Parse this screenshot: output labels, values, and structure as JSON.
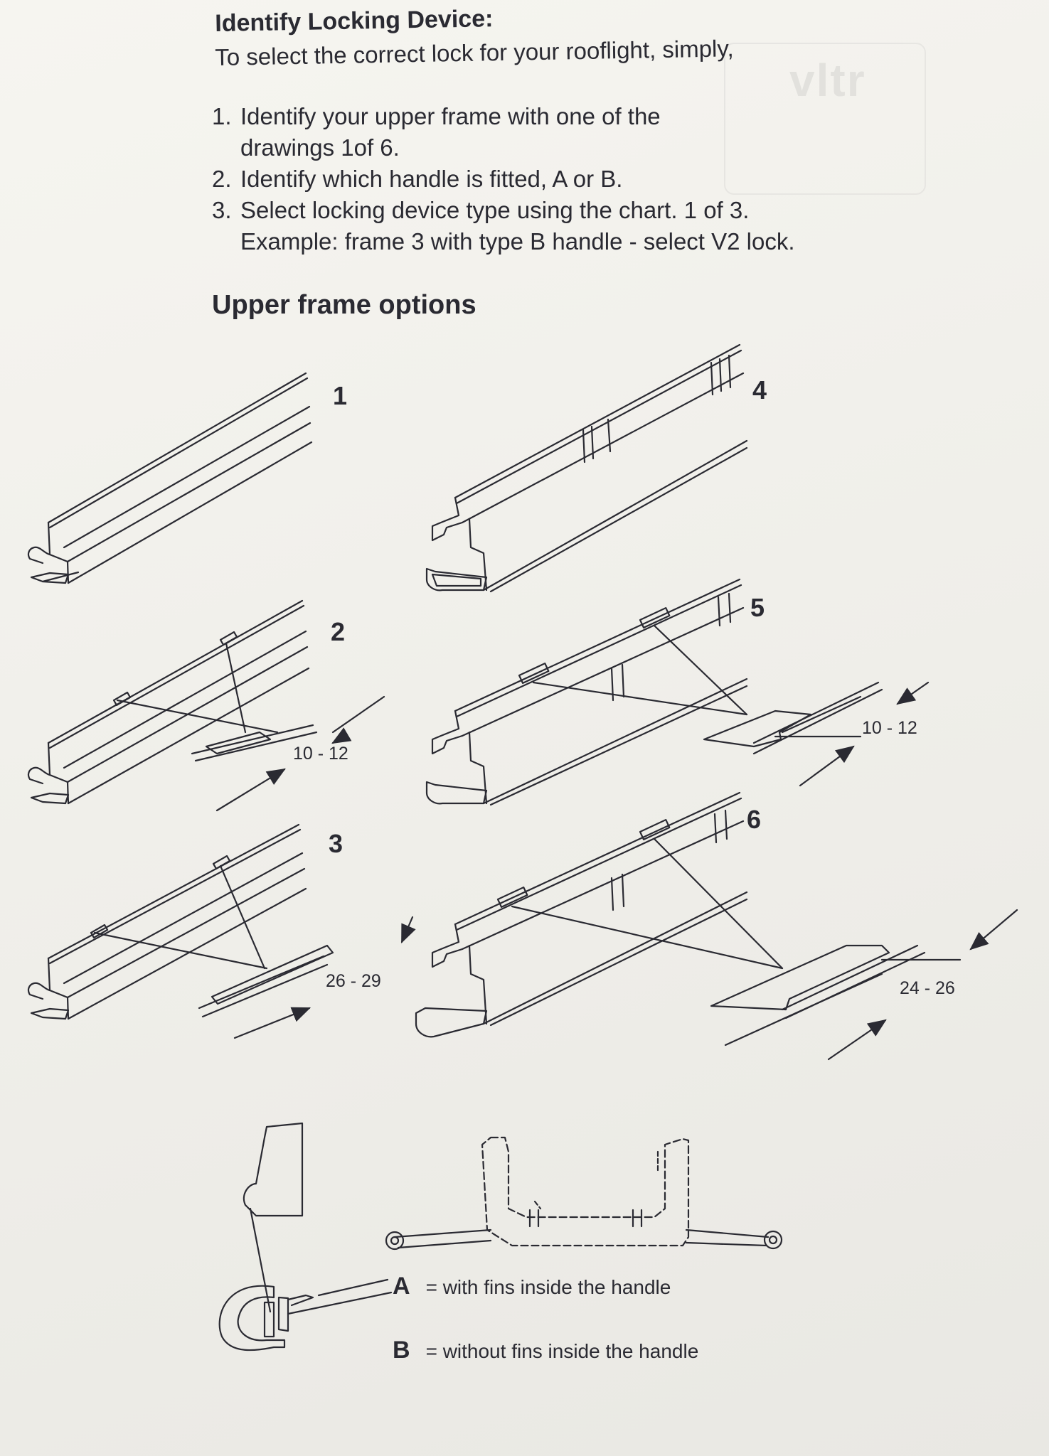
{
  "document": {
    "heading": "Identify Locking Device:",
    "intro": "To select the correct lock for your rooflight, simply,",
    "steps": [
      {
        "num": "1.",
        "text": "Identify your upper frame with one of the",
        "cont": "drawings 1of 6."
      },
      {
        "num": "2.",
        "text": "Identify which handle is fitted, A or B.",
        "cont": ""
      },
      {
        "num": "3.",
        "text": "Select locking device type using the chart. 1 of 3.",
        "cont": "Example: frame 3 with type B handle - select V2 lock."
      }
    ],
    "section_title": "Upper frame options"
  },
  "frames": {
    "labels": [
      "1",
      "2",
      "3",
      "4",
      "5",
      "6"
    ],
    "dimensions": {
      "frame2": "10 - 12",
      "frame3": "26 - 29",
      "frame5": "10 - 12",
      "frame6": "24 - 26"
    }
  },
  "legend": {
    "a_key": "A",
    "a_text": "= with fins inside the handle",
    "b_key": "B",
    "b_text": "= without fins inside the handle"
  },
  "watermark": {
    "logo": "vltr"
  },
  "colors": {
    "ink": "#2a2a32",
    "paper": "#f3f2ed"
  }
}
